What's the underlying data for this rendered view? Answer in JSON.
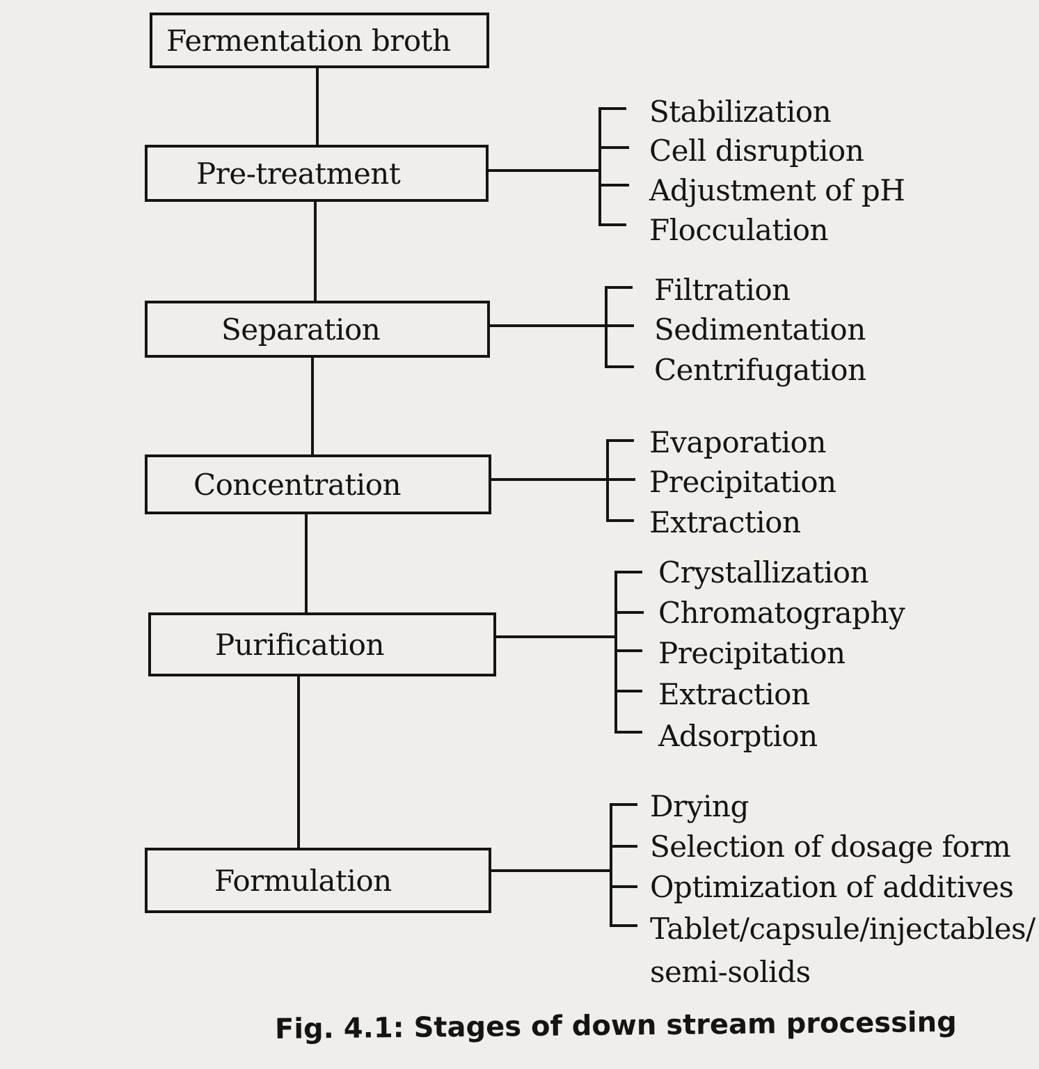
{
  "stages": [
    {
      "label": "Fermentation broth",
      "methods": []
    },
    {
      "label": "Pre-treatment",
      "methods": [
        "Stabilization",
        "Cell disruption",
        "Adjustment of pH",
        "Flocculation"
      ]
    },
    {
      "label": "Separation",
      "methods": [
        "Filtration",
        "Sedimentation",
        "Centrifugation"
      ]
    },
    {
      "label": "Concentration",
      "methods": [
        "Evaporation",
        "Precipitation",
        "Extraction"
      ]
    },
    {
      "label": "Purification",
      "methods": [
        "Crystallization",
        "Chromatography",
        "Precipitation",
        "Extraction",
        "Adsorption"
      ]
    },
    {
      "label": "Formulation",
      "methods": [
        "Drying",
        "Selection of dosage form",
        "Optimization of additives",
        "Tablet/capsule/injectables/",
        "semi-solids"
      ]
    }
  ],
  "caption": "Fig. 4.1: Stages of down stream processing",
  "colors": {
    "ink": "#141414",
    "paper": "#efeeea"
  }
}
